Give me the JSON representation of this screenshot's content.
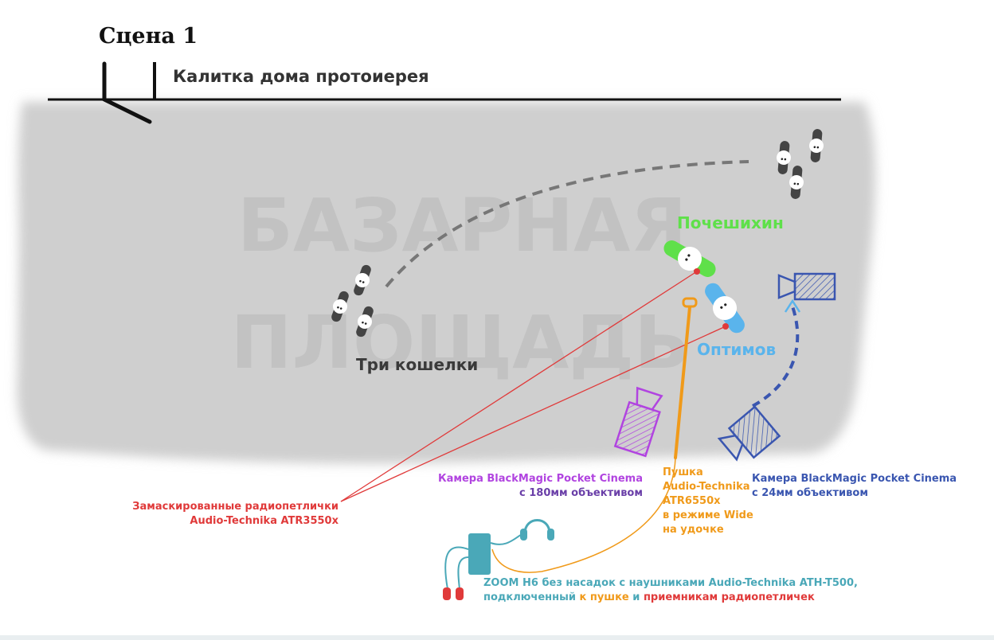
{
  "scene": {
    "title": "Сцена 1"
  },
  "gate": {
    "label": "Калитка дома протоиерея"
  },
  "watermark": {
    "line1": "БАЗАРНАЯ",
    "line2": "ПЛОЩАДЬ"
  },
  "actors": {
    "pocheshikhin": {
      "label": "Почешихин",
      "color": "#5fe04a"
    },
    "optimov": {
      "label": "Оптимов",
      "color": "#5ab4ec"
    },
    "tri_koshelki": {
      "label": "Три кошелки",
      "color": "#3a3a3a"
    }
  },
  "captions": {
    "radio_mics": {
      "line1": "Замаскированные  радиопетлички",
      "line2": "Audio-Technika ATR3550x",
      "color": "#e03a3a"
    },
    "camera_180": {
      "line1": "Камера BlackMagic Pocket Cinema",
      "line2": "с 180мм объективом",
      "color": "#b144e0",
      "color2": "#6a3fa8"
    },
    "shotgun": {
      "lines": [
        "Пушка",
        "Audio-Technika",
        "ATR6550x",
        "в режиме Wide",
        "на удочке"
      ],
      "color": "#f09a1a"
    },
    "camera_24": {
      "line1": "Камера BlackMagic Pocket Cinema",
      "line2": "с 24мм объективом",
      "color": "#3a56b0"
    },
    "zoom": {
      "line1": "ZOOM H6 без насадок с наушниками Audio-Technika ATH-T500,",
      "line2_prefix": "подключенный ",
      "line2_mid1": "к пушке",
      "line2_mid2": " и ",
      "line2_suffix": "приемникам радиопетличек",
      "color": "#4aa8b8",
      "color_boom": "#f09a1a",
      "color_mics": "#e03a3a"
    }
  }
}
